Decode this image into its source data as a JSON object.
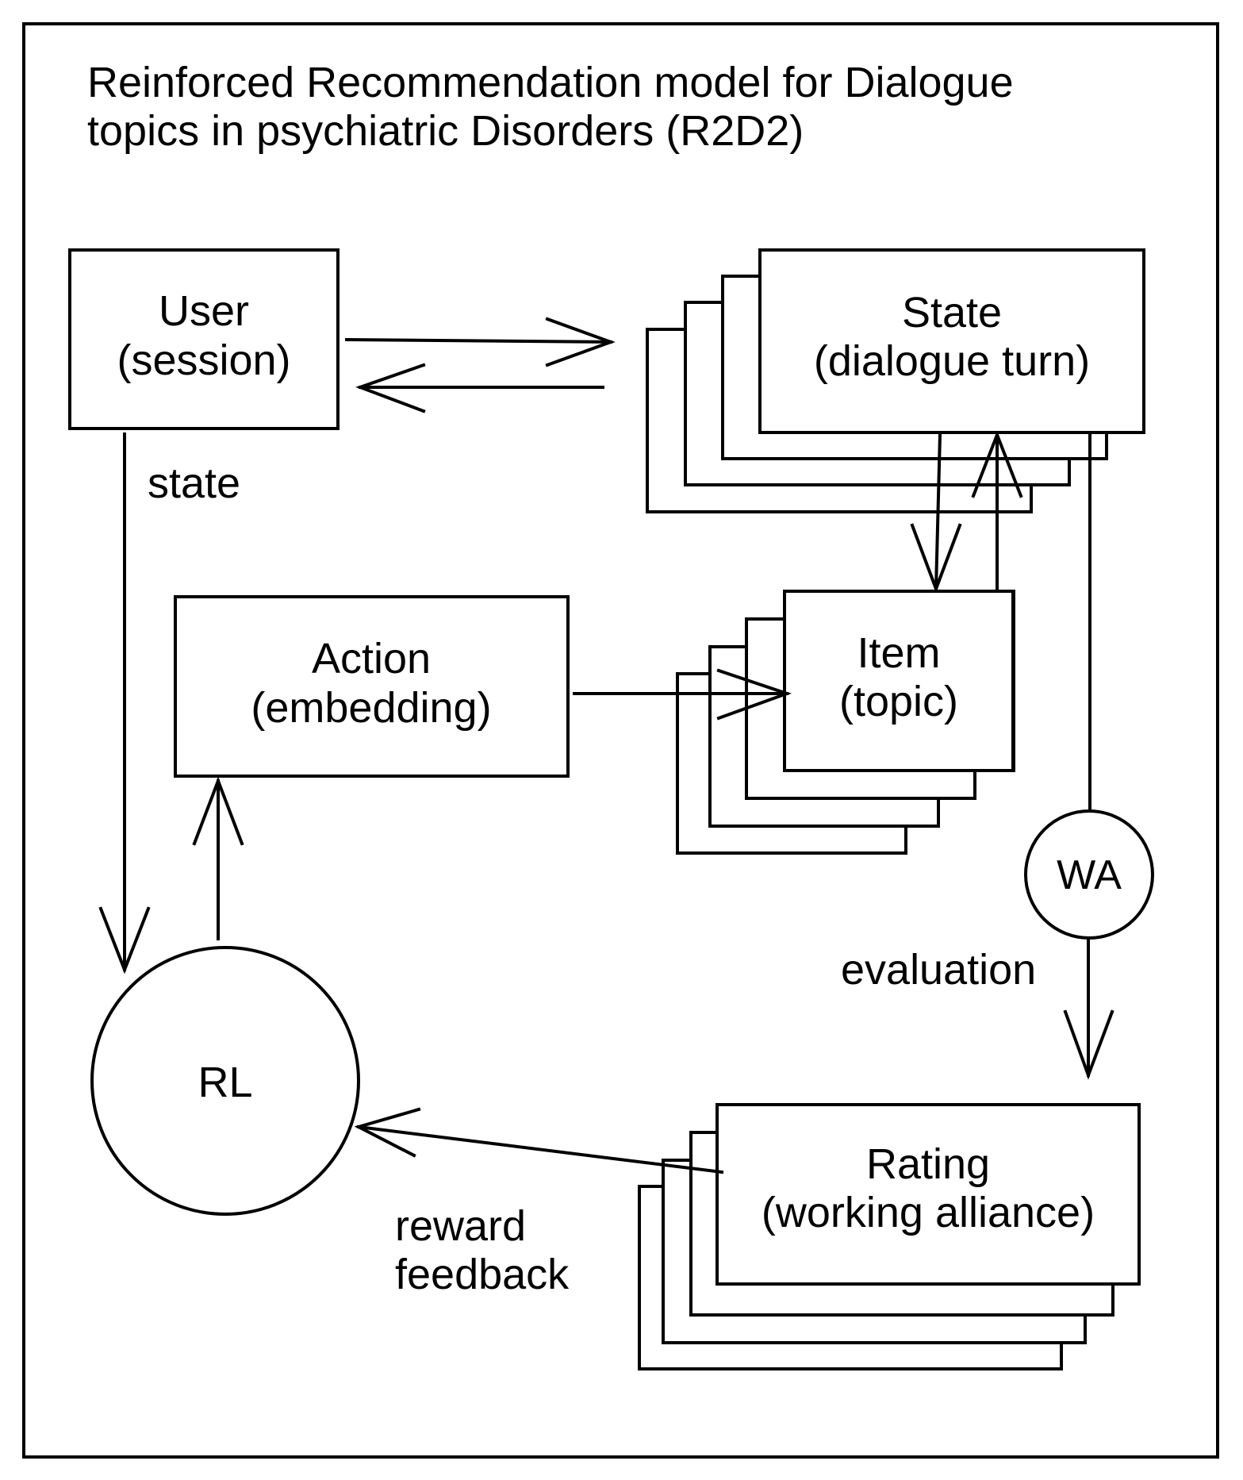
{
  "title": {
    "line1": "Reinforced Recommendation model for Dialogue",
    "line2": "topics in psychiatric Disorders (R2D2)"
  },
  "nodes": {
    "user": {
      "line1": "User",
      "line2": "(session)"
    },
    "state": {
      "line1": "State",
      "line2": "(dialogue turn)"
    },
    "action": {
      "line1": "Action",
      "line2": "(embedding)"
    },
    "item": {
      "line1": "Item",
      "line2": "(topic)"
    },
    "rating": {
      "line1": "Rating",
      "line2": "(working alliance)"
    },
    "rl": {
      "label": "RL"
    },
    "wa": {
      "label": "WA"
    }
  },
  "edge_labels": {
    "state": "state",
    "evaluation": "evaluation",
    "reward_line1": "reward",
    "reward_line2": "feedback"
  }
}
